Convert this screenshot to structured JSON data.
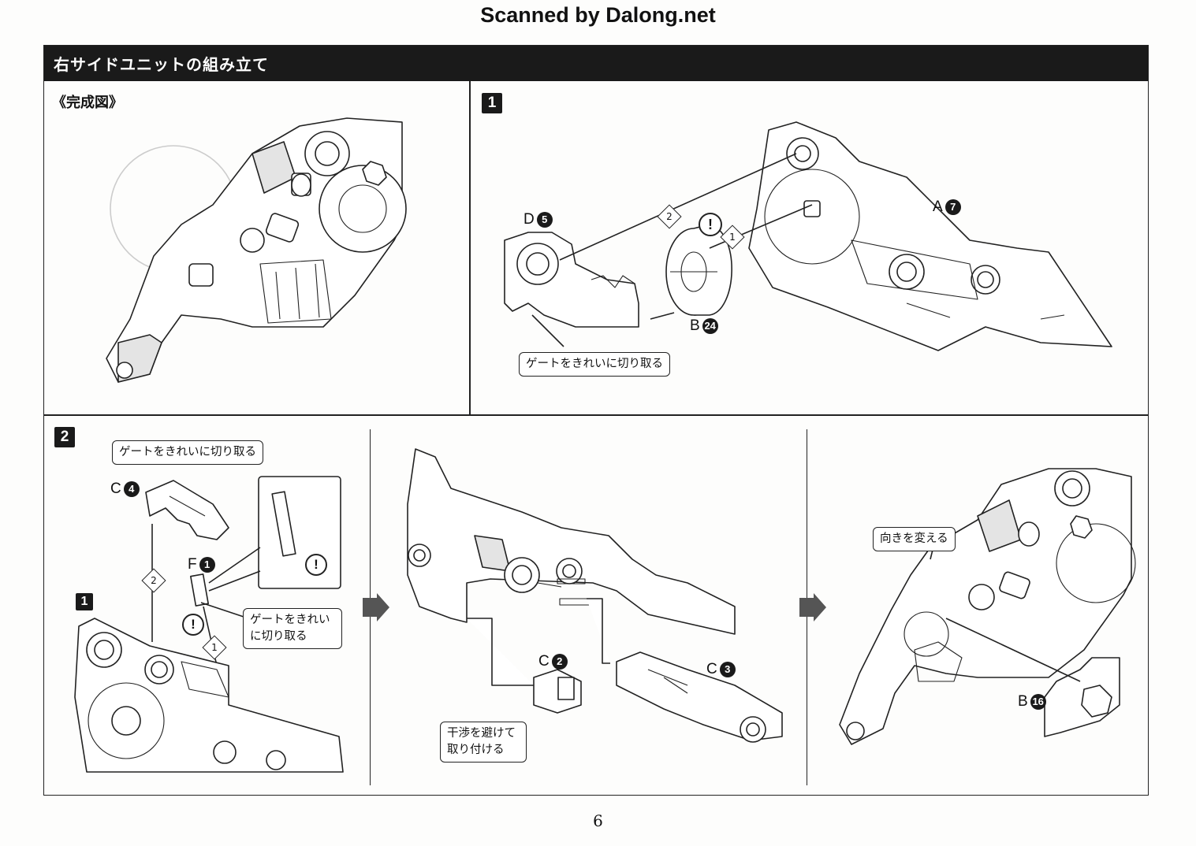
{
  "scan_credit": "Scanned by Dalong.net",
  "header": {
    "title": "右サイドユニットの組み立て"
  },
  "complete_view": {
    "label": "《完成図》"
  },
  "step1": {
    "number": "1",
    "parts": [
      {
        "letter": "D",
        "num": "5"
      },
      {
        "letter": "A",
        "num": "7"
      },
      {
        "letter": "B",
        "num": "24"
      }
    ],
    "sequence": [
      "1",
      "2"
    ],
    "warning": "!",
    "callout": "ゲートをきれいに切り取る"
  },
  "step2": {
    "number": "2",
    "sub_ref": "1",
    "parts": [
      {
        "letter": "C",
        "num": "4"
      },
      {
        "letter": "F",
        "num": "1"
      },
      {
        "letter": "C",
        "num": "2"
      },
      {
        "letter": "C",
        "num": "3"
      },
      {
        "letter": "B",
        "num": "16"
      }
    ],
    "sequence": [
      "1",
      "2"
    ],
    "warning": "!",
    "callouts": {
      "gate_top": "ゲートをきれいに切り取る",
      "gate_side_line1": "ゲートをきれい",
      "gate_side_line2": "に切り取る",
      "avoid_line1": "干渉を避けて",
      "avoid_line2": "取り付ける",
      "turn": "向きを変える"
    }
  },
  "page_number": "6"
}
